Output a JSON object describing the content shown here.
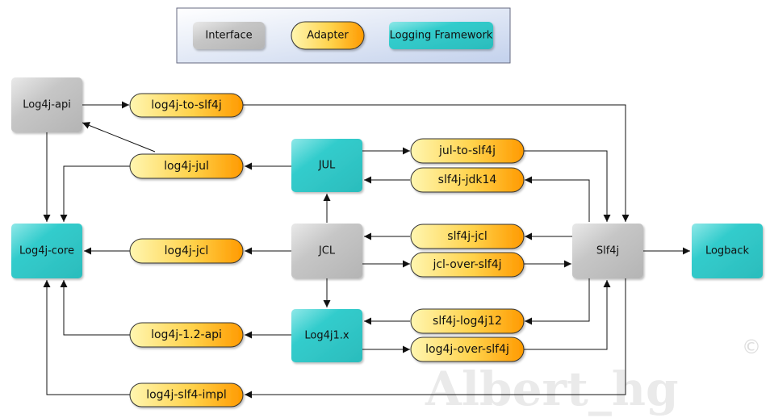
{
  "legend": {
    "interface": "Interface",
    "adapter": "Adapter",
    "framework": "Logging Framework"
  },
  "nodes": {
    "log4j_api": "Log4j-api",
    "log4j_core": "Log4j-core",
    "jul": "JUL",
    "jcl": "JCL",
    "log4j1x": "Log4j1.x",
    "slf4j": "Slf4j",
    "logback": "Logback"
  },
  "adapters": {
    "log4j_to_slf4j": "log4j-to-slf4j",
    "log4j_jul": "log4j-jul",
    "log4j_jcl": "log4j-jcl",
    "log4j_12_api": "log4j-1.2-api",
    "log4j_slf4j_impl": "log4j-slf4-impl",
    "jul_to_slf4j": "jul-to-slf4j",
    "slf4j_jdk14": "slf4j-jdk14",
    "slf4j_jcl": "slf4j-jcl",
    "jcl_over_slf4j": "jcl-over-slf4j",
    "slf4j_log4j12": "slf4j-log4j12",
    "log4j_over_slf4j": "log4j-over-slf4j"
  },
  "watermark": {
    "text": "Albert_hg",
    "symbol": "©"
  },
  "colors": {
    "interface": "#c4c4c4",
    "framework": "#33cccc",
    "adapter_light": "#fff3a0",
    "adapter_dark": "#ff9d00",
    "legend_bg": "#dde5f5",
    "edge": "#111111"
  }
}
